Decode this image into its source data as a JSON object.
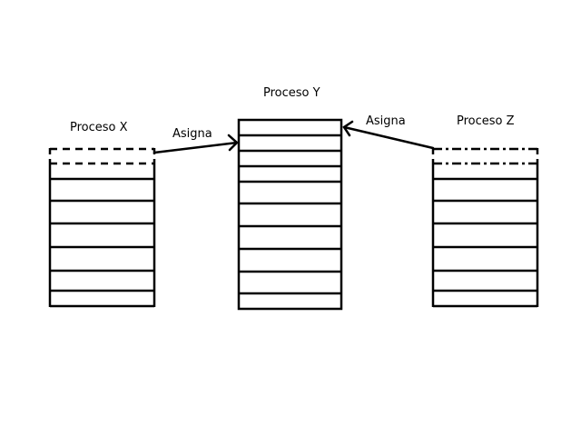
{
  "processes": {
    "x": {
      "label": "Proceso X"
    },
    "y": {
      "label": "Proceso Y"
    },
    "z": {
      "label": "Proceso Z"
    }
  },
  "arrows": {
    "x_to_y": {
      "label": "Asigna"
    },
    "z_to_y": {
      "label": "Asigna"
    }
  },
  "colors": {
    "stroke": "#000000",
    "background": "#ffffff"
  }
}
